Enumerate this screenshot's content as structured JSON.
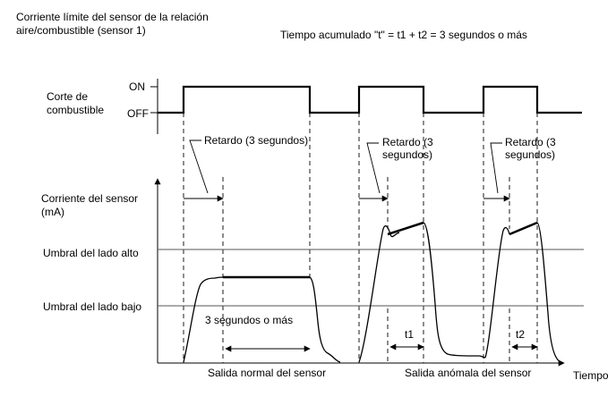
{
  "title_line1": "Corriente límite del sensor de la relación",
  "title_line2": "aire/combustible (sensor 1)",
  "cumulative_note": "Tiempo acumulado \"t\" = t1 + t2 = 3 segundos o más",
  "fuel_cut": {
    "label_line1": "Corte de",
    "label_line2": "combustible",
    "on_label": "ON",
    "off_label": "OFF"
  },
  "delays": {
    "delay1": "Retardo (3 segundos)",
    "delay2_line1": "Retardo (3",
    "delay2_line2": "segundos)",
    "delay3_line1": "Retardo (3",
    "delay3_line2": "segundos)"
  },
  "current_axis": {
    "label_line1": "Corriente del sensor",
    "label_line2": "(mA)"
  },
  "thresholds": {
    "high": "Umbral del lado alto",
    "low": "Umbral del lado bajo"
  },
  "interval_labels": {
    "three_seconds": "3 segundos o más",
    "t1": "t1",
    "t2": "t2"
  },
  "bottom_labels": {
    "normal": "Salida normal del sensor",
    "abnormal": "Salida anómala del sensor",
    "time": "Tiempo"
  },
  "colors": {
    "line": "#000000",
    "threshold": "#555555"
  }
}
